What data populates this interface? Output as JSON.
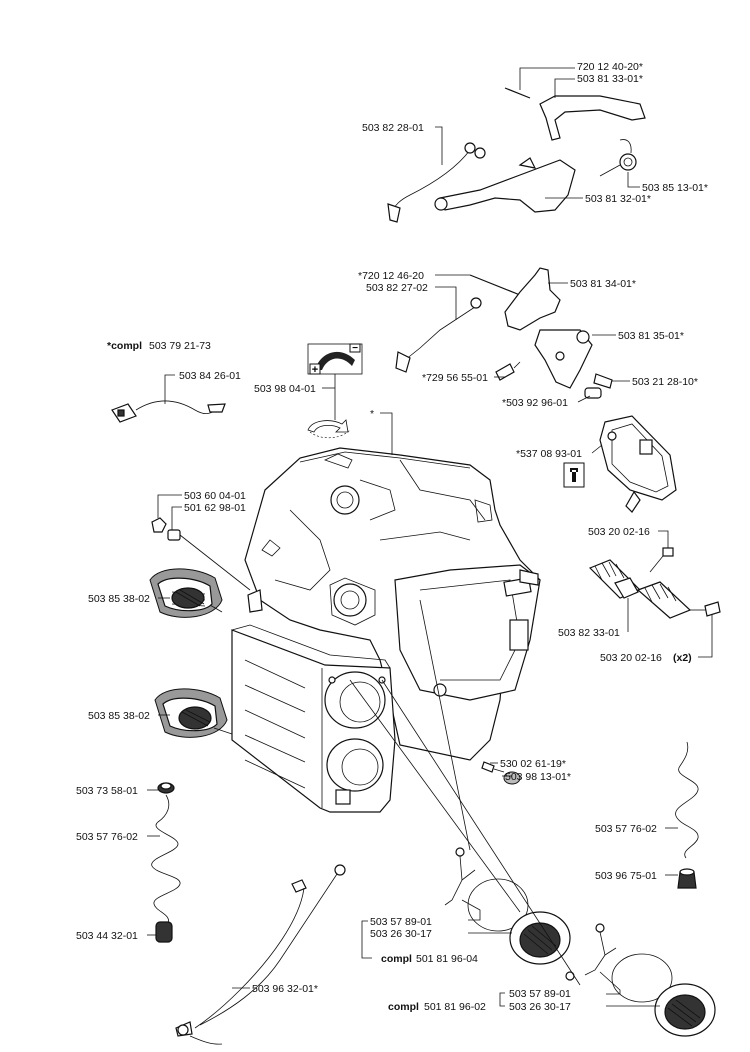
{
  "labels": {
    "p720124020": "720 12 40-20*",
    "p503813301": "503 81 33-01*",
    "p503822801": "503 82 28-01",
    "p503851301": "503 85 13-01*",
    "p503813201": "503 81 32-01*",
    "p720124620": "*720 12 46-20",
    "p503822702": "503 82 27-02",
    "p503813401": "503 81 34-01*",
    "p503813501": "503 81 35-01*",
    "compl_prefix_1": "*compl",
    "compl_num_1": "503 79 21-73",
    "p503842601": "503 84 26-01",
    "p503980401": "503 98 04-01",
    "p729565501": "*729 56 55-01",
    "p503212810": "503 21 28-10*",
    "p503929601": "*503 92 96-01",
    "star": "*",
    "p537089301": "*537 08 93-01",
    "p503600401": "503 60 04-01",
    "p501629801": "501 62 98-01",
    "p503200216a": "503 20 02-16",
    "p503853802a": "503 85 38-02",
    "p503823301": "503 82 33-01",
    "p503200216b": "503 20 02-16",
    "x2": "(x2)",
    "p503853802b": "503 85 38-02",
    "p530026119": "530 02 61-19*",
    "p503981301": "503 98 13-01*",
    "p503735801": "503 73 58-01",
    "p503577602a": "503 57 76-02",
    "p503577602b": "503 57 76-02",
    "p503967501": "503 96 75-01",
    "p503578901a": "503 57 89-01",
    "p503263017a": "503 26 30-17",
    "compl_prefix_2": "compl",
    "compl_num_2": "501 81 96-04",
    "p503443201": "503 44 32-01",
    "p503963201": "503 96 32-01*",
    "p503578901b": "503 57 89-01",
    "p503263017b": "503 26 30-17",
    "compl_prefix_3": "compl",
    "compl_num_3": "501 81 96-02"
  }
}
